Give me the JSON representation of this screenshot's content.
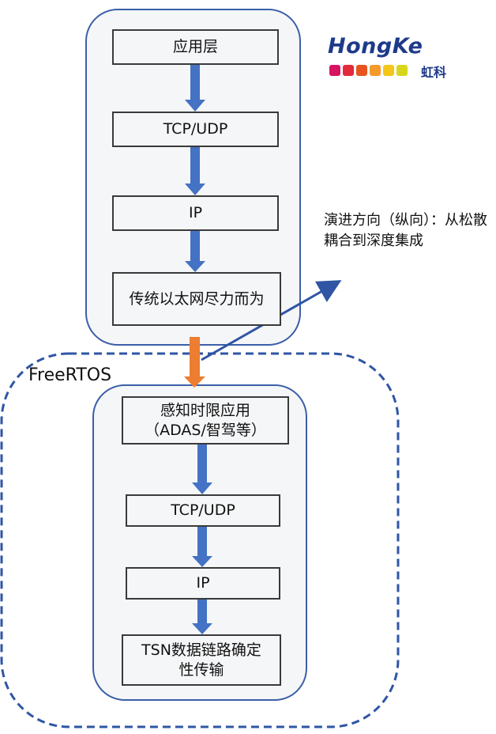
{
  "logo": {
    "brand": "HongKe",
    "subtitle": "虹科",
    "dot_colors": [
      "#d6145f",
      "#e32a3a",
      "#e8541f",
      "#f39a2b",
      "#f5c518",
      "#d8d61b"
    ]
  },
  "top_stack": {
    "layers": [
      "应用层",
      "TCP/UDP",
      "IP",
      "传统以太网尽力而为"
    ]
  },
  "bottom_stack": {
    "region_label": "FreeRTOS",
    "layers": [
      {
        "line1": "感知时限应用",
        "line2": "（ADAS/智驾等）"
      },
      {
        "line1": "TCP/UDP",
        "line2": ""
      },
      {
        "line1": "IP",
        "line2": ""
      },
      {
        "line1": "TSN数据链路确定",
        "line2": "性传输"
      }
    ]
  },
  "evolution_note": "演进方向（纵向）：从松散耦合到深度集成",
  "colors": {
    "container_border": "#3b5fa8",
    "dashed_border": "#2f55a4",
    "arrow_blue": "#4472c4",
    "arrow_orange": "#ed7d31",
    "box_fill": "#f5f6f8"
  }
}
